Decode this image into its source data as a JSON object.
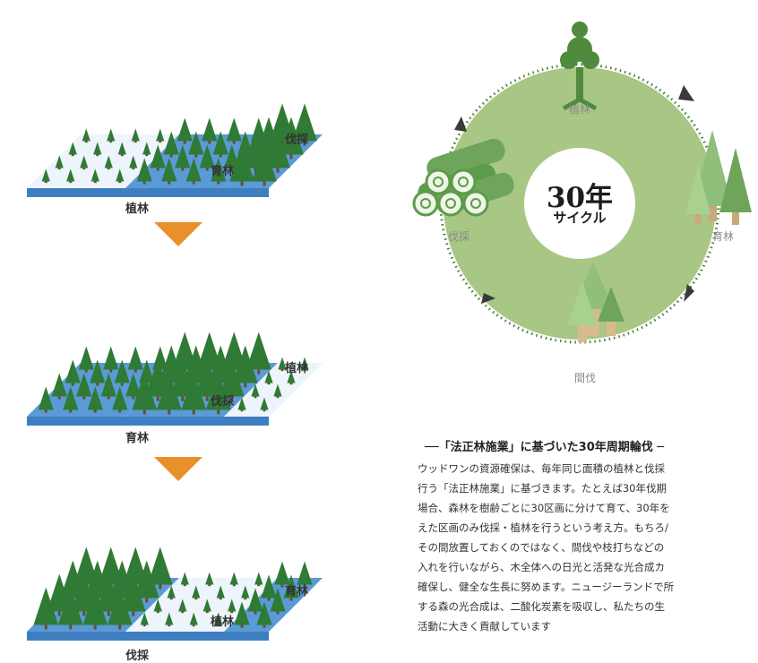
{
  "colors": {
    "tree_dark": "#2f7a34",
    "tree_light": "#5ea55c",
    "arrow": "#e8902a",
    "block_blue": "#5a9ad6",
    "block_white": "#eef4fb",
    "ring": "#a8c684",
    "ring_dots": "#4f7a3a"
  },
  "panels": [
    {
      "planting_label": "植林",
      "growing_label": "育林",
      "harvest_label": "伐採"
    },
    {
      "planting_label": "植林",
      "growing_label": "育林",
      "harvest_label": "伐採"
    },
    {
      "planting_label": "植林",
      "growing_label": "育林",
      "harvest_label": "伐採"
    }
  ],
  "cycle": {
    "center_title": "30年",
    "center_subtitle": "サイクル",
    "stages": {
      "planting": "植林",
      "growing": "育林",
      "thinning": "間伐",
      "harvest": "伐採"
    }
  },
  "description": {
    "heading": "──「法正林施業」に基づいた30年周期輪伐 ─",
    "lines": [
      "ウッドワンの資源確保は、毎年同じ面積の植林と伐採",
      "行う「法正林施業」に基づきます。たとえば30年伐期",
      "場合、森林を樹齢ごとに30区画に分けて育て、30年を",
      "えた区画のみ伐採・植林を行うという考え方。もちろ/",
      "その間放置しておくのではなく、間伐や枝打ちなどの",
      "入れを行いながら、木全体への日光と活発な光合成カ",
      "確保し、健全な生長に努めます。ニュージーランドで所",
      "する森の光合成は、二酸化炭素を吸収し、私たちの生",
      "活動に大きく貢献しています"
    ]
  }
}
